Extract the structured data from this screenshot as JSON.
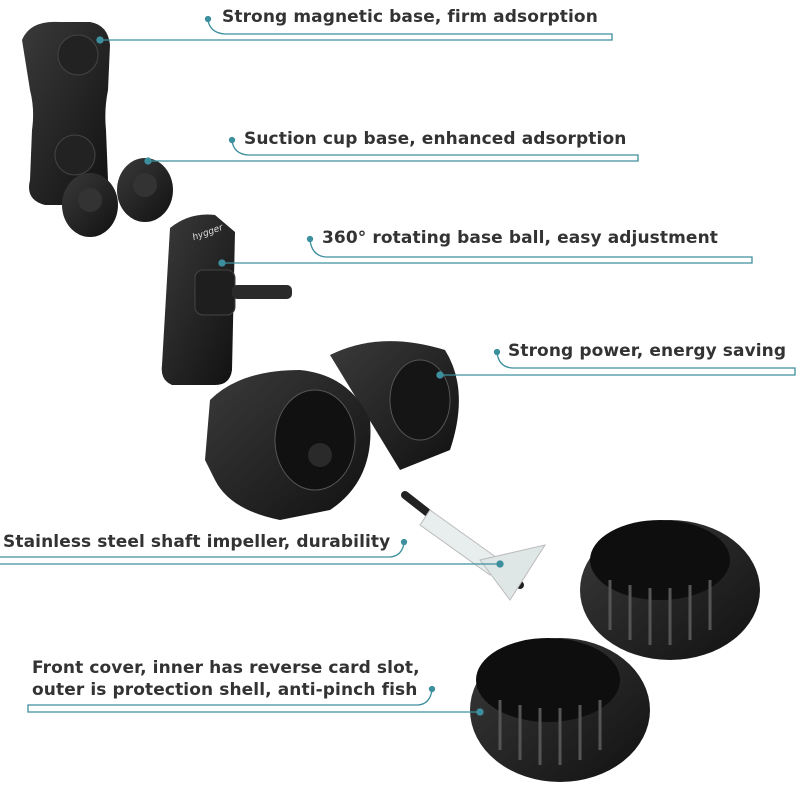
{
  "callouts": [
    {
      "text": "Strong magnetic base, firm adsorption"
    },
    {
      "text": "Suction cup base, enhanced adsorption"
    },
    {
      "text": "360° rotating base ball, easy adjustment"
    },
    {
      "text": "Strong power, energy saving"
    },
    {
      "text": "Stainless steel shaft impeller, durability"
    },
    {
      "text_line1": "Front cover, inner has reverse card slot,",
      "text_line2": "outer is protection shell, anti-pinch fish"
    }
  ],
  "brand_logo": "hygger",
  "colors": {
    "callout_line": "#3d8f9e",
    "text": "#333333",
    "product": "#1c1c1c"
  }
}
